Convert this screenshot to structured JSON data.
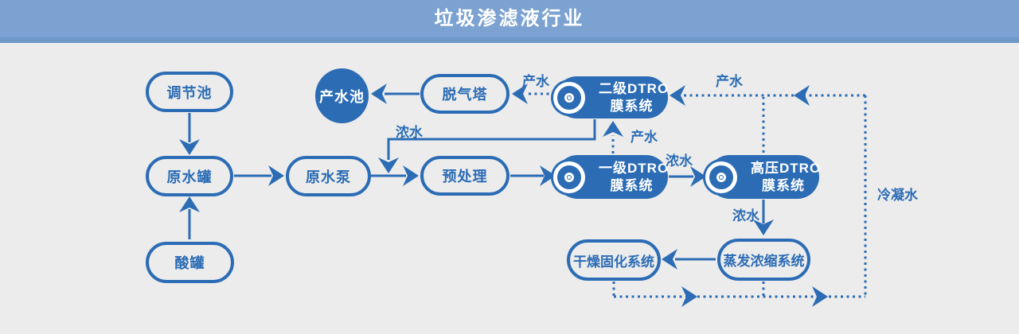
{
  "header": {
    "title": "垃圾渗滤液行业"
  },
  "colors": {
    "accent": "#2B6CB5",
    "header_bg": "#7BA2D1",
    "header_strip": "#6D98C7",
    "canvas_bg": "#ECECEC"
  },
  "nodes": {
    "regulating_pool": {
      "label": "调节池"
    },
    "raw_water_tank": {
      "label": "原水罐"
    },
    "acid_tank": {
      "label": "酸罐"
    },
    "raw_water_pump": {
      "label": "原水泵"
    },
    "pretreatment": {
      "label": "预处理"
    },
    "degassing_tower": {
      "label": "脱气塔"
    },
    "product_water_pool": {
      "label": "产水池"
    },
    "stage2_dtro": {
      "line1": "二级DTRO",
      "line2": "膜系统"
    },
    "stage1_dtro": {
      "line1": "一级DTRO",
      "line2": "膜系统"
    },
    "hp_dtro": {
      "line1": "高压DTRO",
      "line2": "膜系统"
    },
    "evaporation_system": {
      "label": "蒸发浓缩系统"
    },
    "drying_system": {
      "label": "干燥固化系统"
    }
  },
  "edge_labels": {
    "product_water_to_degasser": "产水",
    "product_water_condensate_line": "产水",
    "product_water_stage1_to_stage2": "产水",
    "concentrate_recycle": "浓水",
    "concentrate_stage1_to_hp": "浓水",
    "concentrate_hp_to_evaporator": "浓水",
    "condensate": "冷凝水"
  },
  "icons": {
    "membrane_disc": "double-circle"
  }
}
